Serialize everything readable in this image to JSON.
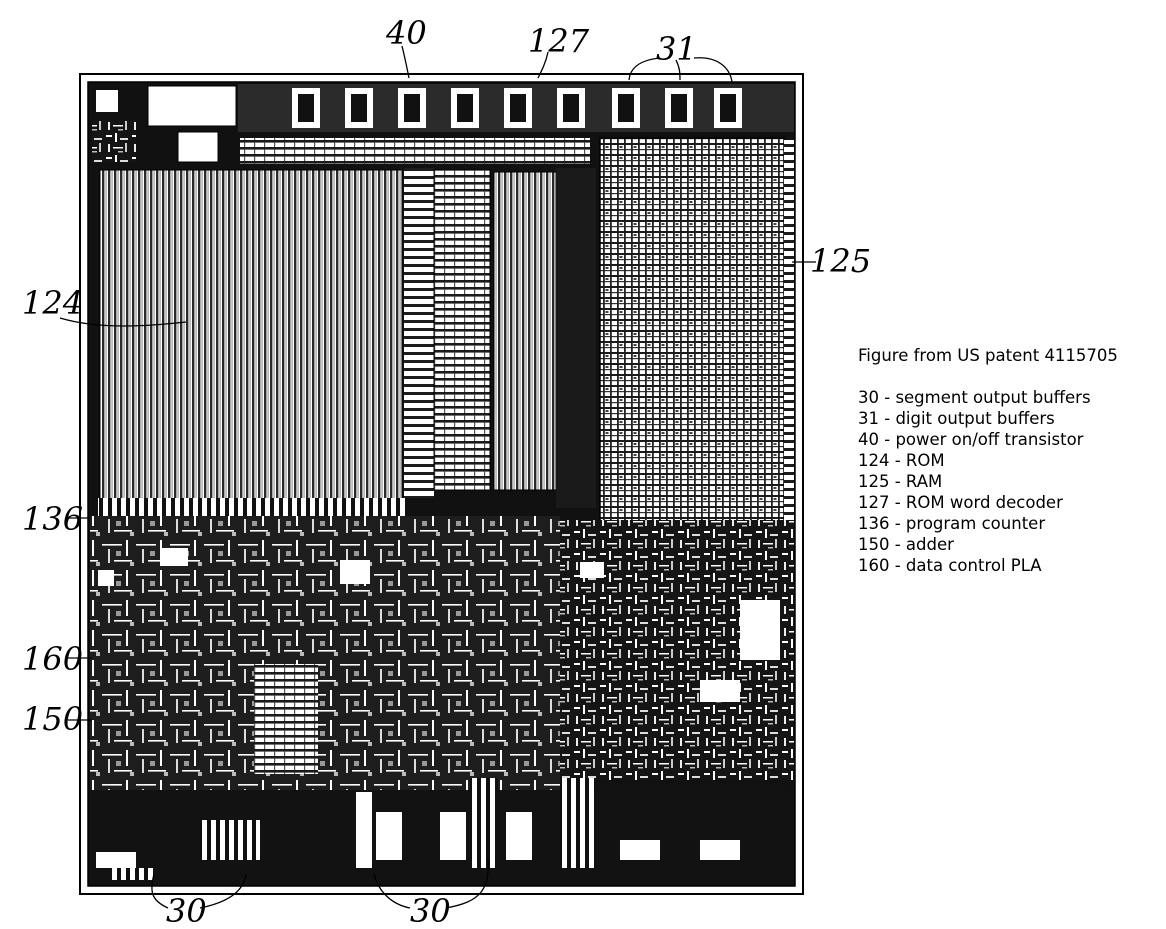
{
  "legend": {
    "title": "Figure from US patent 4115705",
    "items": [
      "30 - segment output buffers",
      "31 - digit output buffers",
      "40 - power on/off transistor",
      "124 - ROM",
      "125 - RAM",
      "127 - ROM word decoder",
      "136 - program counter",
      "150 - adder",
      "160 - data control PLA"
    ]
  },
  "callouts": {
    "c40": "40",
    "c127": "127",
    "c31": "31",
    "c125": "125",
    "c124": "124",
    "c136": "136",
    "c160": "160",
    "c150": "150",
    "c30_left": "30",
    "c30_right": "30"
  }
}
